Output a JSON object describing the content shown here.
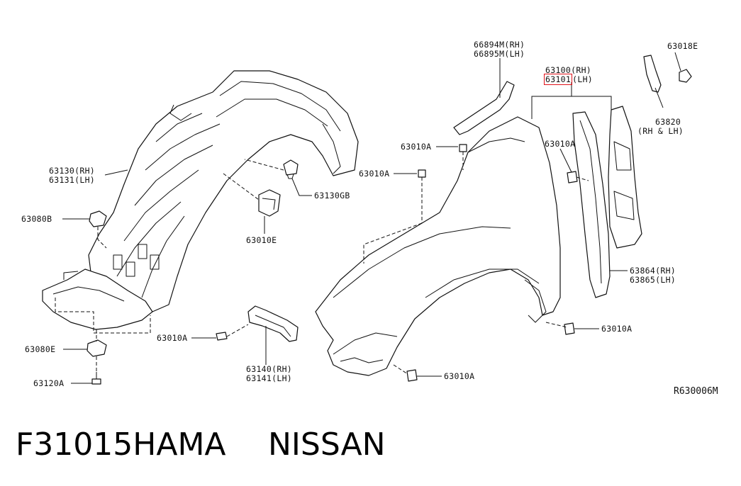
{
  "diagram_id": "R630006M",
  "caption": {
    "part_number": "F31015HAMA",
    "brand": "NISSAN"
  },
  "labels": {
    "l_66894m": "66894M(RH)",
    "l_66895m": "66895M(LH)",
    "l_63018e": "63018E",
    "l_63100": "63100(RH)",
    "l_63101": "63101",
    "l_63101_side": "(LH)",
    "l_63820": "63820",
    "l_63820_side": "(RH & LH)",
    "l_63010a_1": "63010A",
    "l_63010a_2": "63010A",
    "l_63010a_3": "63010A",
    "l_63010a_4": "63010A",
    "l_63010a_5": "63010A",
    "l_63010a_6": "63010A",
    "l_63130": "63130(RH)",
    "l_63131": "63131(LH)",
    "l_63130gb": "63130GB",
    "l_63010e": "63010E",
    "l_63080b": "63080B",
    "l_63080e": "63080E",
    "l_63120a": "63120A",
    "l_63140": "63140(RH)",
    "l_63141": "63141(LH)",
    "l_63864": "63864(RH)",
    "l_63865": "63865(LH)"
  }
}
